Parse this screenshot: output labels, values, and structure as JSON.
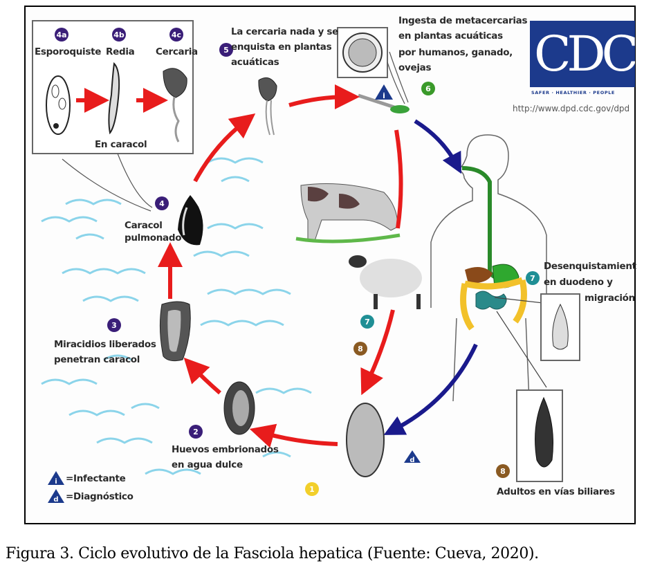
{
  "figure": {
    "caption": "Figura 3. Ciclo evolutivo de la Fasciola hepatica (Fuente: Cueva, 2020)."
  },
  "logo": {
    "name": "CDC",
    "tagline": "SAFER · HEALTHIER · PEOPLE",
    "url": "http://www.dpd.cdc.gov/dpd"
  },
  "stages": {
    "s4a": {
      "badge": "4a",
      "label": "Esporoquiste"
    },
    "s4b": {
      "badge": "4b",
      "label": "Redia"
    },
    "s4c": {
      "badge": "4c",
      "label": "Cercaria"
    },
    "in_snail": "En caracol",
    "s4": {
      "badge": "4",
      "line1": "Caracol",
      "line2": "pulmonado"
    },
    "s5": {
      "badge": "5",
      "line1": "La cercaria nada y se",
      "line2": "enquista en plantas",
      "line3": "acuáticas"
    },
    "s6": {
      "badge": "6",
      "line1": "Ingesta de metacercarias",
      "line2": "en plantas acuáticas",
      "line3": "por humanos, ganado,",
      "line4": "ovejas"
    },
    "s7": {
      "badge": "7",
      "line1": "Desenquistamient",
      "line2": "en duodeno y",
      "line3": "migración"
    },
    "s7b": {
      "badge": "7"
    },
    "s8": {
      "badge": "8",
      "label": "Adultos en vías biliares"
    },
    "s8b": {
      "badge": "8"
    },
    "s3": {
      "badge": "3",
      "line1": "Miracidios liberados",
      "line2": "penetran caracol"
    },
    "s2": {
      "badge": "2",
      "line1": "Huevos embrionados",
      "line2": "en agua dulce"
    },
    "s1": {
      "badge": "1"
    }
  },
  "legend": {
    "infective": {
      "symbol": "i",
      "label": "=Infectante"
    },
    "diagnostic": {
      "symbol": "d",
      "label": "=Diagnóstico"
    }
  },
  "colors": {
    "cycle_arrow": "#e81c1c",
    "host_arrow": "#1a1a8c",
    "water": "#7fd0e8",
    "badge_purple": "#3a1e78",
    "badge_green": "#3a9a2a",
    "badge_teal": "#1f8f95",
    "badge_brown": "#8a5a22",
    "badge_yellow": "#f2cf2a"
  }
}
